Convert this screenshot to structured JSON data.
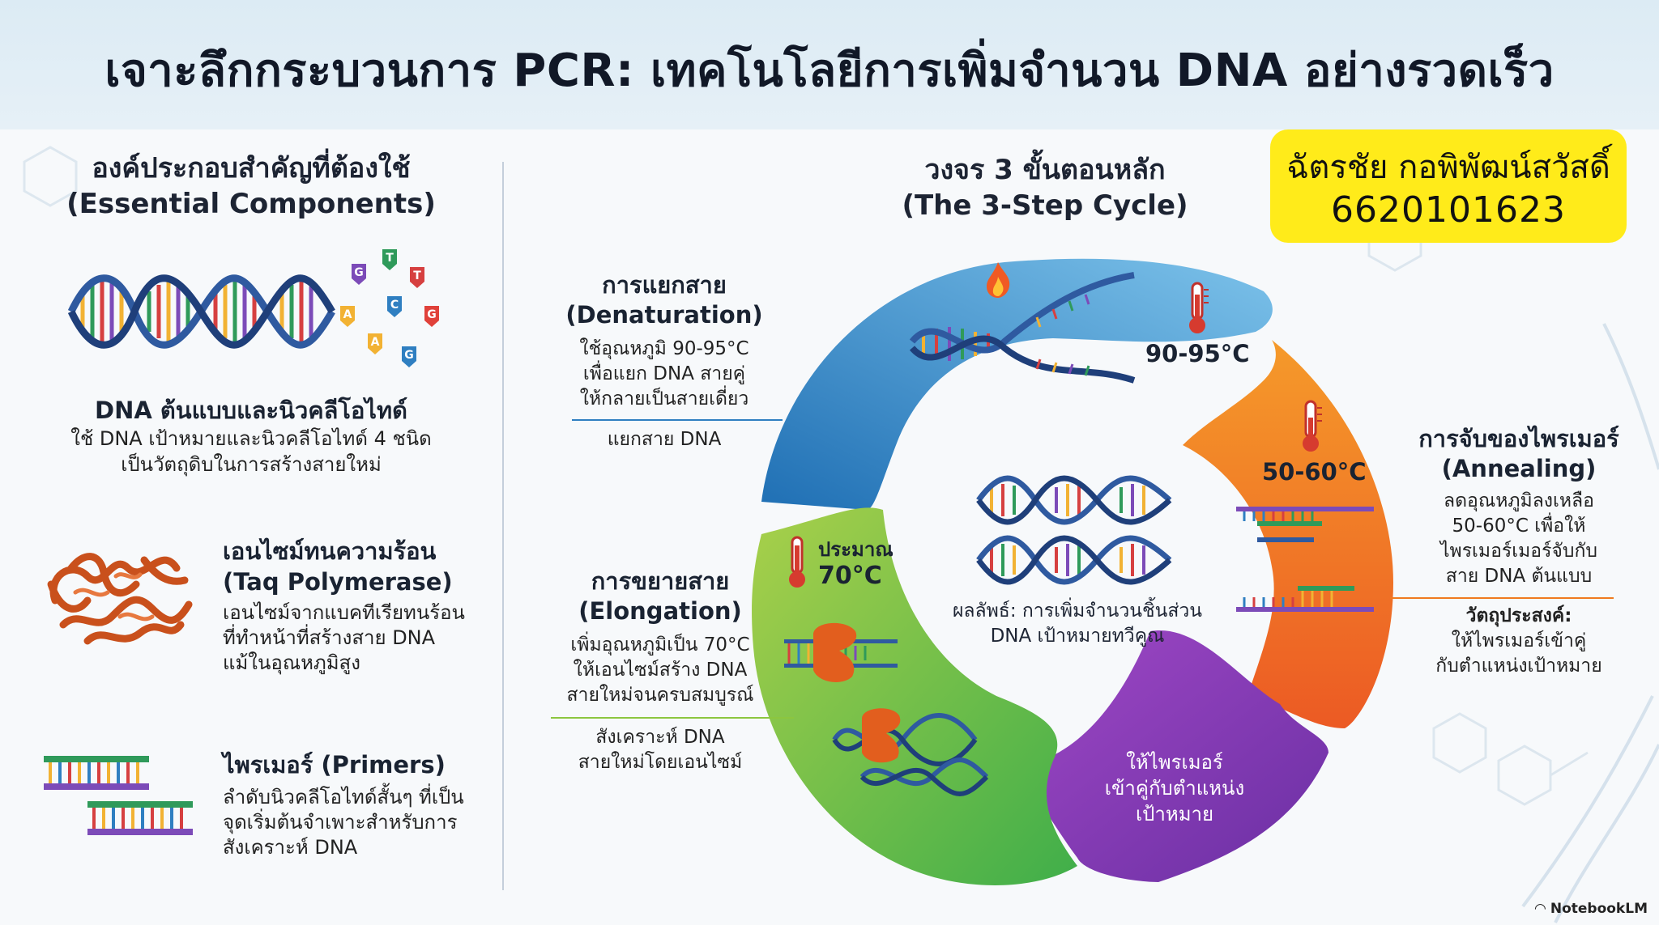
{
  "title": "เจาะลึกกระบวนการ PCR: เทคโนโลยีการเพิ่มจำนวน DNA อย่างรวดเร็ว",
  "author_badge": {
    "name": "ฉัตรชัย กอพิพัฒน์สวัสดิ์",
    "id": "6620101623"
  },
  "components": {
    "heading_th": "องค์ประกอบสำคัญที่ต้องใช้",
    "heading_en": "(Essential Components)",
    "nucleotide_letters": [
      "G",
      "T",
      "A",
      "C",
      "G",
      "T",
      "G",
      "A"
    ],
    "items": [
      {
        "title": "DNA ต้นแบบและนิวคลีโอไทด์",
        "desc": [
          "ใช้ DNA เป้าหมายและนิวคลีโอไทด์ 4 ชนิด",
          "เป็นวัตถุดิบในการสร้างสายใหม่"
        ]
      },
      {
        "title": "เอนไซม์ทนความร้อน",
        "subtitle": "(Taq Polymerase)",
        "desc": [
          "เอนไซม์จากแบคทีเรียทนร้อน",
          "ที่ทำหน้าที่สร้างสาย DNA",
          "แม้ในอุณหภูมิสูง"
        ]
      },
      {
        "title": "ไพรเมอร์ (Primers)",
        "desc": [
          "ลำดับนิวคลีโอไทด์สั้นๆ ที่เป็น",
          "จุดเริ่มต้นจำเพาะสำหรับการ",
          "สังเคราะห์ DNA"
        ]
      }
    ]
  },
  "cycle": {
    "heading_th": "วงจร 3 ขั้นตอนหลัก",
    "heading_en": "(The 3-Step Cycle)",
    "center_caption": [
      "ผลลัพธ์: การเพิ่มจำนวนชิ้นส่วน",
      "DNA เป้าหมายทวีคูณ"
    ],
    "purple_text": [
      "ให้ไพรเมอร์",
      "เข้าคู่กับตำแหน่ง",
      "เป้าหมาย"
    ],
    "steps": {
      "denaturation": {
        "title_th": "การแยกสาย",
        "title_en": "(Denaturation)",
        "desc": [
          "ใช้อุณหภูมิ 90-95°C",
          "เพื่อแยก DNA สายคู่",
          "ให้กลายเป็นสายเดี่ยว"
        ],
        "note": "แยกสาย DNA",
        "temp": "90-95°C"
      },
      "annealing": {
        "title_th": "การจับของไพรเมอร์",
        "title_en": "(Annealing)",
        "desc": [
          "ลดอุณหภูมิลงเหลือ",
          "50-60°C เพื่อให้",
          "ไพรเมอร์เมอร์จับกับ",
          "สาย DNA ต้นแบบ"
        ],
        "note_title": "วัตถุประสงค์:",
        "note": [
          "ให้ไพรเมอร์เข้าคู่",
          "กับตำแหน่งเป้าหมาย"
        ],
        "temp": "50-60°C"
      },
      "elongation": {
        "title_th": "การขยายสาย",
        "title_en": "(Elongation)",
        "desc": [
          "เพิ่มอุณหภูมิเป็น 70°C",
          "ให้เอนไซม์สร้าง DNA",
          "สายใหม่จนครบสมบูรณ์"
        ],
        "note": [
          "สังเคราะห์ DNA",
          "สายใหม่โดยเอนไซม์"
        ],
        "temp_prefix": "ประมาณ",
        "temp": "70°C"
      }
    }
  },
  "watermark": "NotebookLM",
  "colors": {
    "denaturation": "#2f7fc1",
    "annealing": "#f07a1e",
    "elongation": "#8cc63f",
    "purple": "#8a3db5",
    "badge": "#ffeb1a",
    "dna_blue": "#2f5aa0"
  }
}
